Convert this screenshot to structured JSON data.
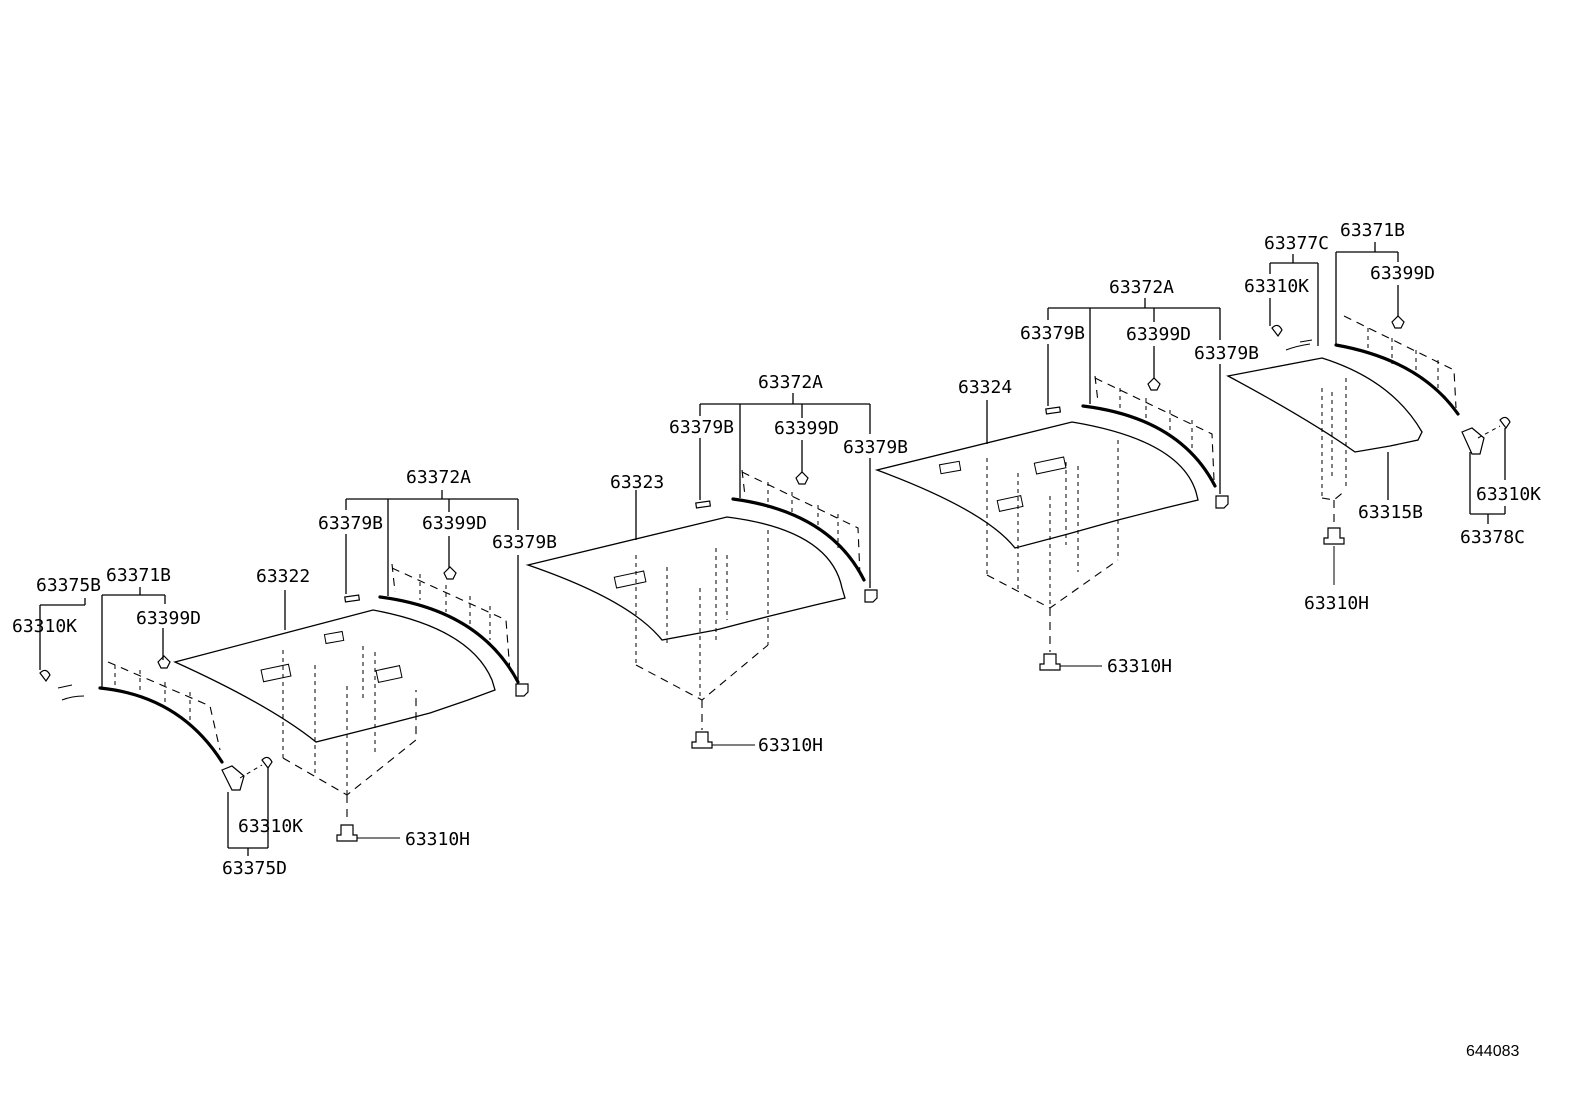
{
  "labels": {
    "p63375B": "63375B",
    "p63371B_a": "63371B",
    "p63310K_a": "63310K",
    "p63399D_a": "63399D",
    "p63322": "63322",
    "p63379B_a": "63379B",
    "p63372A_a": "63372A",
    "p63399D_b": "63399D",
    "p63379B_b": "63379B",
    "p63310K_b": "63310K",
    "p63375D": "63375D",
    "p63310H_a": "63310H",
    "p63323": "63323",
    "p63379B_c": "63379B",
    "p63372A_b": "63372A",
    "p63399D_c": "63399D",
    "p63379B_d": "63379B",
    "p63310H_b": "63310H",
    "p63324": "63324",
    "p63379B_e": "63379B",
    "p63372A_c": "63372A",
    "p63399D_d": "63399D",
    "p63379B_f": "63379B",
    "p63310H_c": "63310H",
    "p63377C": "63377C",
    "p63310K_c": "63310K",
    "p63371B_b": "63371B",
    "p63399D_e": "63399D",
    "p63315B": "63315B",
    "p63310H_d": "63310H",
    "p63310K_d": "63310K",
    "p63378C": "63378C"
  },
  "figure_number": "644083"
}
